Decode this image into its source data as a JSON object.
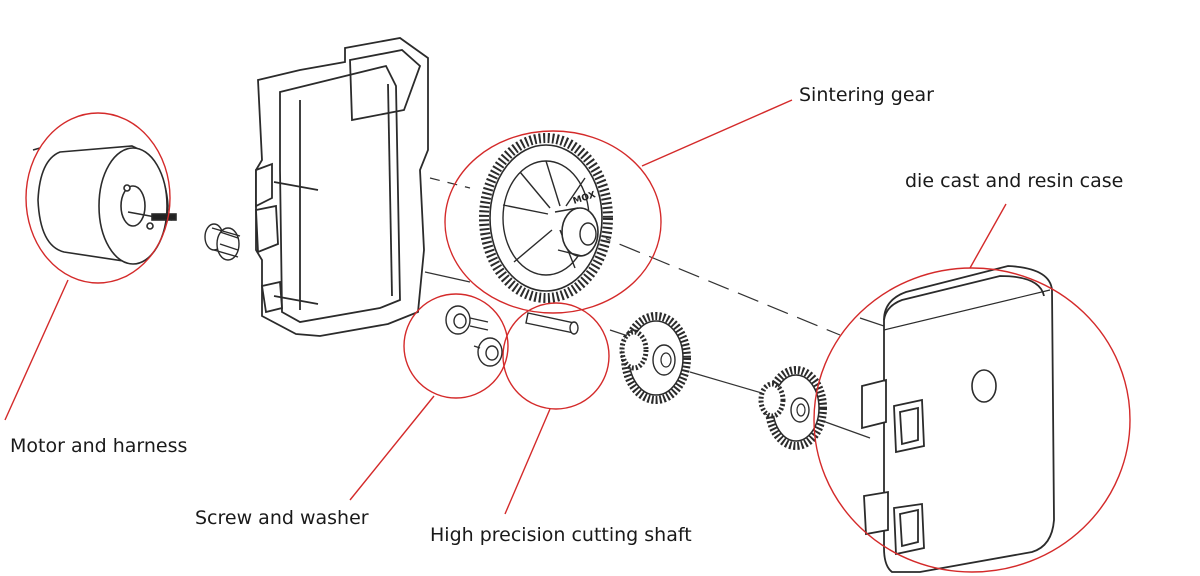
{
  "labels": {
    "sintering_gear": "Sintering gear",
    "case": "die cast and resin case",
    "motor": "Motor and harness",
    "screw": "Screw and washer",
    "shaft": "High precision cutting shaft"
  },
  "gear_logo": "MOX",
  "colors": {
    "callout": "#d42a2a",
    "line_art": "#2b2b2b",
    "background": "#ffffff"
  }
}
